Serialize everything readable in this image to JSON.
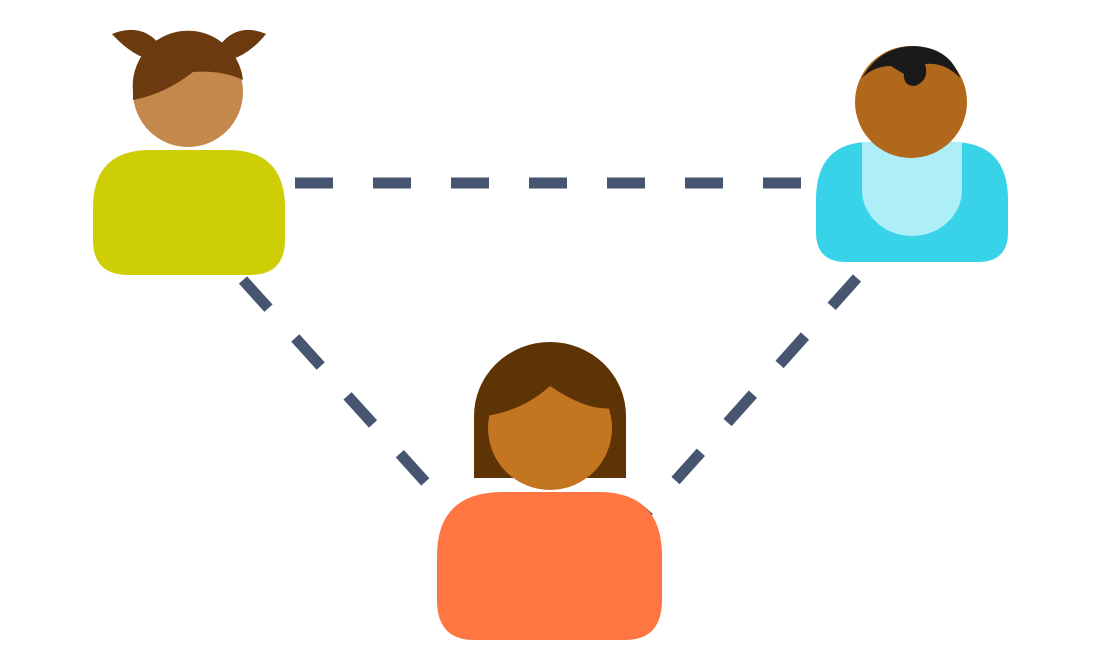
{
  "diagram": {
    "type": "family-relationship-triangle",
    "people": [
      {
        "id": "girl",
        "role": "child with pigtails",
        "body_color": "#cece06",
        "skin_color": "#c4884c",
        "hair_color": "#6b3a0f",
        "hair_tie_color": "#cece06"
      },
      {
        "id": "baby",
        "role": "baby with bib",
        "body_color": "#38d3e8",
        "bib_color": "#aeeef7",
        "skin_color": "#b2681c",
        "hair_color": "#1a1a1a"
      },
      {
        "id": "woman",
        "role": "adult with bob haircut",
        "body_color": "#ff7642",
        "skin_color": "#c47520",
        "hair_color": "#5e3406"
      }
    ],
    "connections": [
      {
        "from": "girl",
        "to": "baby",
        "style": "dashed"
      },
      {
        "from": "girl",
        "to": "woman",
        "style": "dashed"
      },
      {
        "from": "baby",
        "to": "woman",
        "style": "dashed"
      }
    ],
    "connector_color": "#465671",
    "background_color": "#ffffff"
  }
}
